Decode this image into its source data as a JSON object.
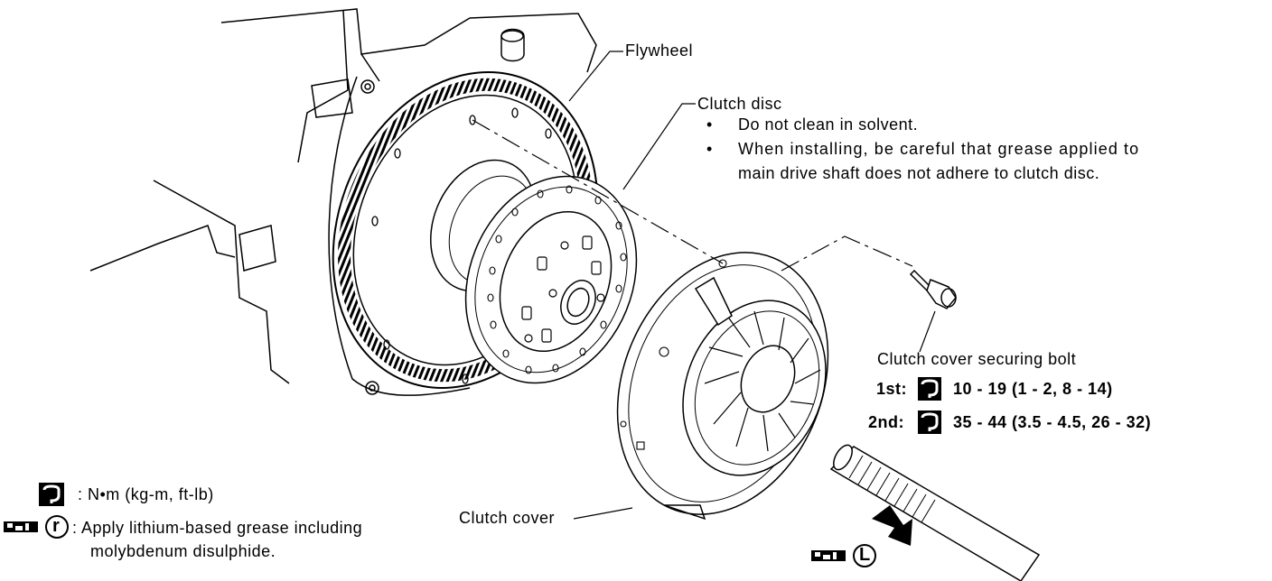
{
  "labels": {
    "flywheel": "Flywheel",
    "clutch_disc": "Clutch disc",
    "clutch_cover": "Clutch cover"
  },
  "clutch_disc_notes": [
    "Do not clean in solvent.",
    "When installing, be careful that grease applied to",
    "main drive shaft does not adhere to clutch disc."
  ],
  "bolt": {
    "title": "Clutch cover securing bolt",
    "first_label": "1st:",
    "first_value": "10 - 19 (1 - 2, 8 - 14)",
    "second_label": "2nd:",
    "second_value": "35 - 44 (3.5 - 4.5, 26 - 32)"
  },
  "legend": {
    "torque_unit": ": N•m (kg-m, ft-lb)",
    "grease_symbol": "r",
    "grease_line1": ": Apply lithium-based grease including",
    "grease_line2": "molybdenum disulphide."
  },
  "shaft_marker_symbol": "L",
  "icons": [
    "torque-wrench-icon",
    "grease-gun-icon"
  ]
}
